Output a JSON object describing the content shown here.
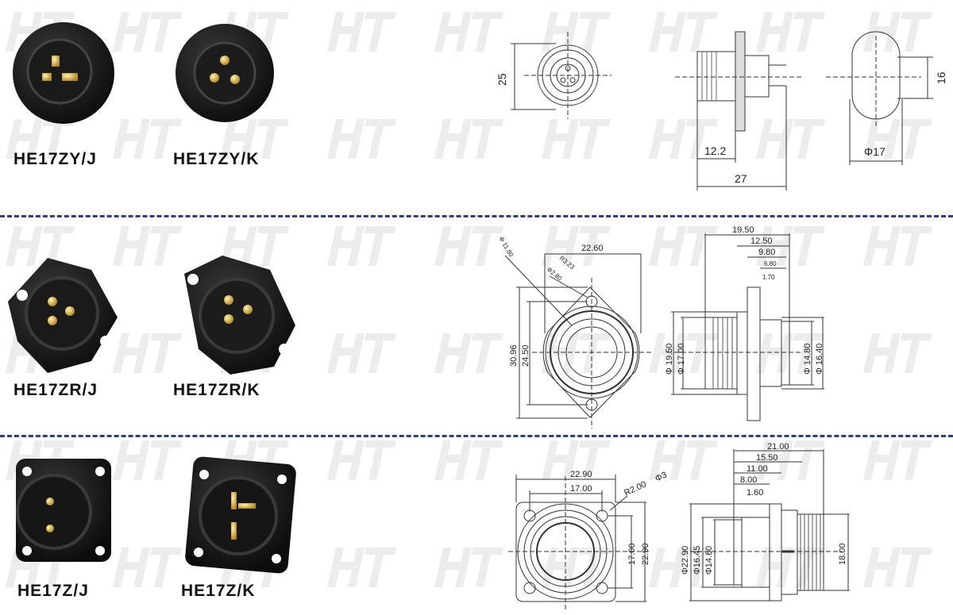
{
  "watermark": "HT",
  "divider_color": "#2e3f7c",
  "rows": [
    {
      "products": [
        {
          "model": "HE17ZY/J"
        },
        {
          "model": "HE17ZY/K"
        }
      ],
      "drawing": {
        "height": "25",
        "flange_offset": "12.2",
        "total_length": "27",
        "end_height": "16",
        "end_diameter": "Φ17"
      }
    },
    {
      "products": [
        {
          "model": "HE17ZR/J"
        },
        {
          "model": "HE17ZR/K"
        }
      ],
      "drawing": {
        "inner_diameter": "Φ 11.80",
        "hole_radius": "R3.23",
        "hole_diameter": "Φ2.80",
        "width": "22.60",
        "height": "30.96",
        "hole_spacing": "24.50",
        "len_total": "19.50",
        "len_2": "12.50",
        "len_3": "9.80",
        "len_4": "6.80",
        "flange_thickness": "1.70",
        "thread_od": "Φ 19.50",
        "thread_id": "Φ 17.00",
        "rear_d1": "Φ 14.80",
        "rear_d2": "Φ 16.40"
      }
    },
    {
      "products": [
        {
          "model": "HE17Z/J"
        },
        {
          "model": "HE17Z/K"
        }
      ],
      "drawing": {
        "flange_width": "22.90",
        "hole_spacing": "17.00",
        "corner_radius": "R2.00",
        "hole_diameter": "Φ3",
        "v_spacing": "17.00",
        "v_width": "22.90",
        "len_total": "21.00",
        "len_2": "15.50",
        "len_3": "11.00",
        "len_4": "8.00",
        "flange_thickness": "1.60",
        "d_flange": "Φ22.90",
        "d_body": "Φ16.45",
        "d_rear": "Φ14.60",
        "thread": "18.00"
      }
    }
  ]
}
